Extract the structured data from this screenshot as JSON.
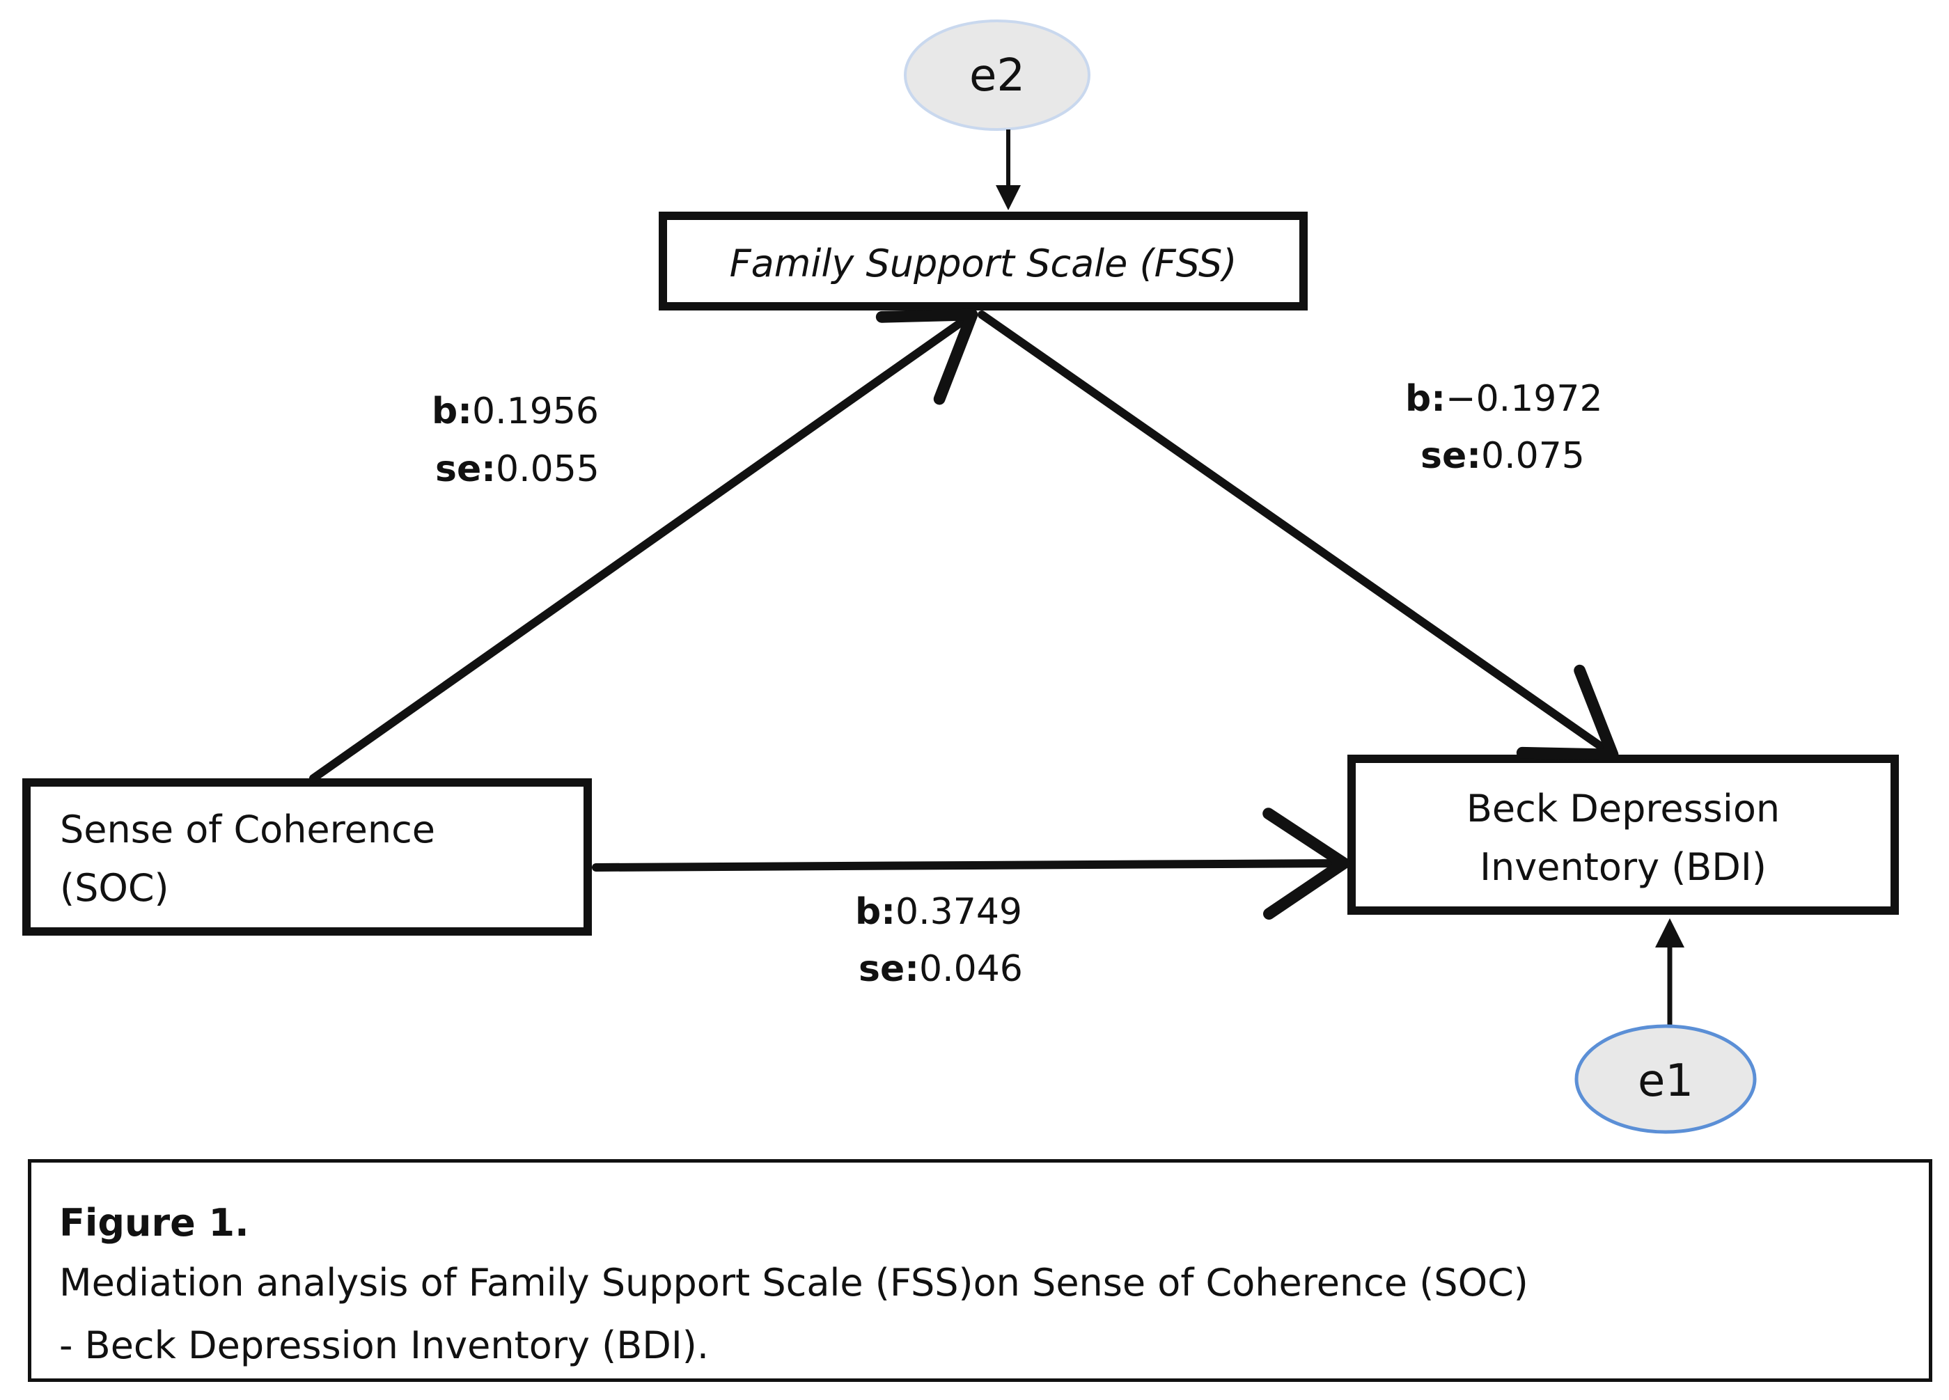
{
  "nodes": {
    "fss": {
      "label": "Family Support Scale (FSS)"
    },
    "soc": {
      "lines": [
        "Sense of Coherence",
        "(SOC)"
      ]
    },
    "bdi": {
      "lines": [
        "Beck Depression",
        "Inventory (BDI)"
      ]
    },
    "e1": {
      "label": "e1"
    },
    "e2": {
      "label": "e2"
    }
  },
  "paths": {
    "soc_fss": {
      "b_key": "b:",
      "b_value": "0.1956",
      "se_key": "se:",
      "se_value": "0.055"
    },
    "fss_bdi": {
      "b_key": "b:",
      "b_value": "−0.1972",
      "se_key": "se:",
      "se_value": "0.075"
    },
    "soc_bdi": {
      "b_key": "b:",
      "b_value": "0.3749",
      "se_key": "se:",
      "se_value": "0.046"
    }
  },
  "caption": {
    "title": "Figure 1.",
    "line1": "Mediation analysis of Family Support Scale (FSS)on Sense of Coherence (SOC)",
    "line2": "- Beck Depression Inventory (BDI)."
  },
  "colors": {
    "stroke": "#111111",
    "error_fill": "#e8e8e8",
    "e1_border": "#5b8fd6",
    "e2_border": "#c9d8ee"
  }
}
